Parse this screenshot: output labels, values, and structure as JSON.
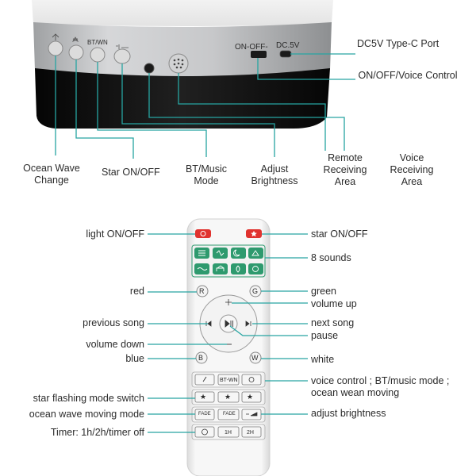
{
  "device": {
    "port_text_onoff": "ON-OFF-",
    "port_text_dc": "DC.5V",
    "btn_icons": [
      "ocean-wave-icon",
      "star-icon",
      "bt-wn-text",
      "brightness-icon"
    ],
    "btn_text_bt": "BT/WN"
  },
  "device_labels": {
    "port": "DC5V Type-C Port",
    "onoff_voice": "ON/OFF/Voice Control",
    "ocean_wave": "Ocean Wave Change",
    "star": "Star ON/OFF",
    "bt_music": "BT/Music Mode",
    "brightness": "Adjust Brightness",
    "remote_area": "Remote Receiving Area",
    "voice_area": "Voice Receiving Area"
  },
  "remote_labels": {
    "light_onoff": "light ON/OFF",
    "star_onoff": "star ON/OFF",
    "sounds": "8 sounds",
    "red": "red",
    "green": "green",
    "volume_up": "volume up",
    "previous_song": "previous song",
    "next_song": "next song",
    "pause": "pause",
    "volume_down": "volume down",
    "blue": "blue",
    "white": "white",
    "voice_bt_ocean_1": "voice control ; BT/music mode ;",
    "voice_bt_ocean_2": "ocean wean moving",
    "star_flash": "star flashing mode switch",
    "ocean_moving": "ocean wave moving mode",
    "adjust_brightness": "adjust brightness",
    "timer": "Timer: 1h/2h/timer off"
  },
  "remote_keys": {
    "r": "R",
    "g": "G",
    "b": "B",
    "w": "W",
    "bt_wn": "BT-WN",
    "one_h": "1H",
    "two_h": "2H",
    "fade1": "FADE",
    "fade2": "FADE",
    "star1": "★",
    "star2": "★",
    "star3": "★"
  },
  "colors": {
    "accent_line": "#27a5a2",
    "sound_green": "#2e9a6e",
    "red_button": "#e0332f",
    "device_band": "#c9cacc",
    "device_base": "#141414"
  }
}
